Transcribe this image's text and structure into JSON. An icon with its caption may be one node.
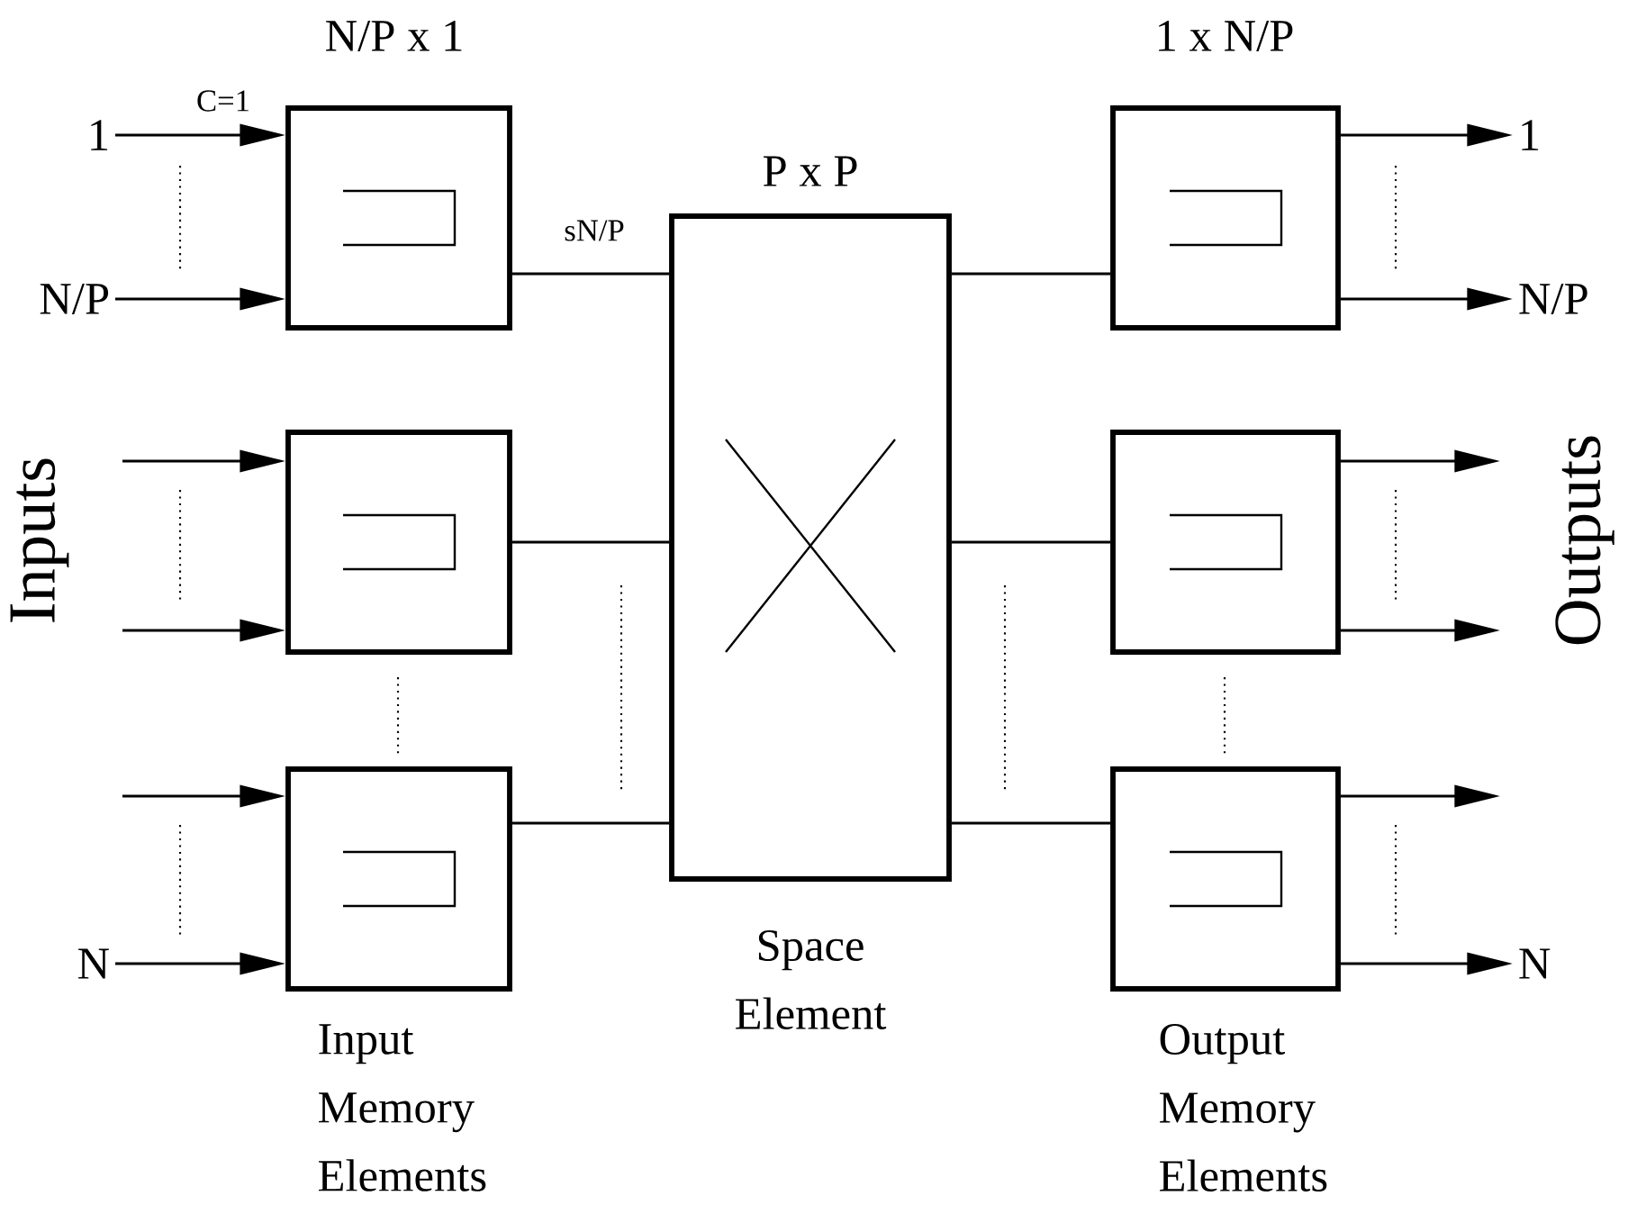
{
  "diagram": {
    "nodes": [
      {
        "text": [
          "1"
        ]
      },
      {
        "text": [
          "N/P"
        ]
      },
      {
        "text": [
          "N/P x 1"
        ]
      },
      {
        "text": [
          "P x P"
        ],
        "beside": [
          "Space Element"
        ]
      },
      {
        "text": [
          "1 x N/P"
        ]
      },
      {
        "text": [
          "1"
        ]
      },
      {
        "text": [
          "N/P"
        ]
      },
      {
        "text": [],
        "shape": "box"
      },
      {
        "text": [],
        "shape": "box"
      },
      {
        "text": [],
        "shape": "box"
      },
      {
        "text": [],
        "shape": "box"
      },
      {
        "text": [
          "N"
        ]
      },
      {
        "text": [
          "N"
        ]
      }
    ],
    "edges": [
      {
        "from": 0,
        "to": 2,
        "arrow": "to",
        "label": "C=1"
      },
      {
        "from": 1,
        "to": 2,
        "arrow": "to"
      },
      {
        "from": 2,
        "to": 3,
        "arrow": "none",
        "label": "sN/P"
      },
      {
        "from": 3,
        "to": 4,
        "arrow": "none"
      },
      {
        "from": 4,
        "to": 5,
        "arrow": "to"
      },
      {
        "from": 4,
        "to": 6,
        "arrow": "to"
      },
      {
        "from": null,
        "to": 7,
        "arrow": "to"
      },
      {
        "from": null,
        "to": 7,
        "arrow": "to"
      },
      {
        "from": 7,
        "to": 3,
        "arrow": "none"
      },
      {
        "from": 3,
        "to": 8,
        "arrow": "none"
      },
      {
        "from": 8,
        "to": null,
        "arrow": "to"
      },
      {
        "from": 8,
        "to": null,
        "arrow": "to"
      },
      {
        "from": null,
        "to": 9,
        "arrow": "to"
      },
      {
        "from": 11,
        "to": 9,
        "arrow": "to"
      },
      {
        "from": 9,
        "to": 3,
        "arrow": "none"
      },
      {
        "from": 3,
        "to": 10,
        "arrow": "none"
      },
      {
        "from": 10,
        "to": null,
        "arrow": "to"
      },
      {
        "from": 10,
        "to": 12,
        "arrow": "to"
      }
    ],
    "labels": [
      "Inputs",
      "Outputs",
      "Input Memory Elements",
      "Output Memory Elements"
    ]
  }
}
